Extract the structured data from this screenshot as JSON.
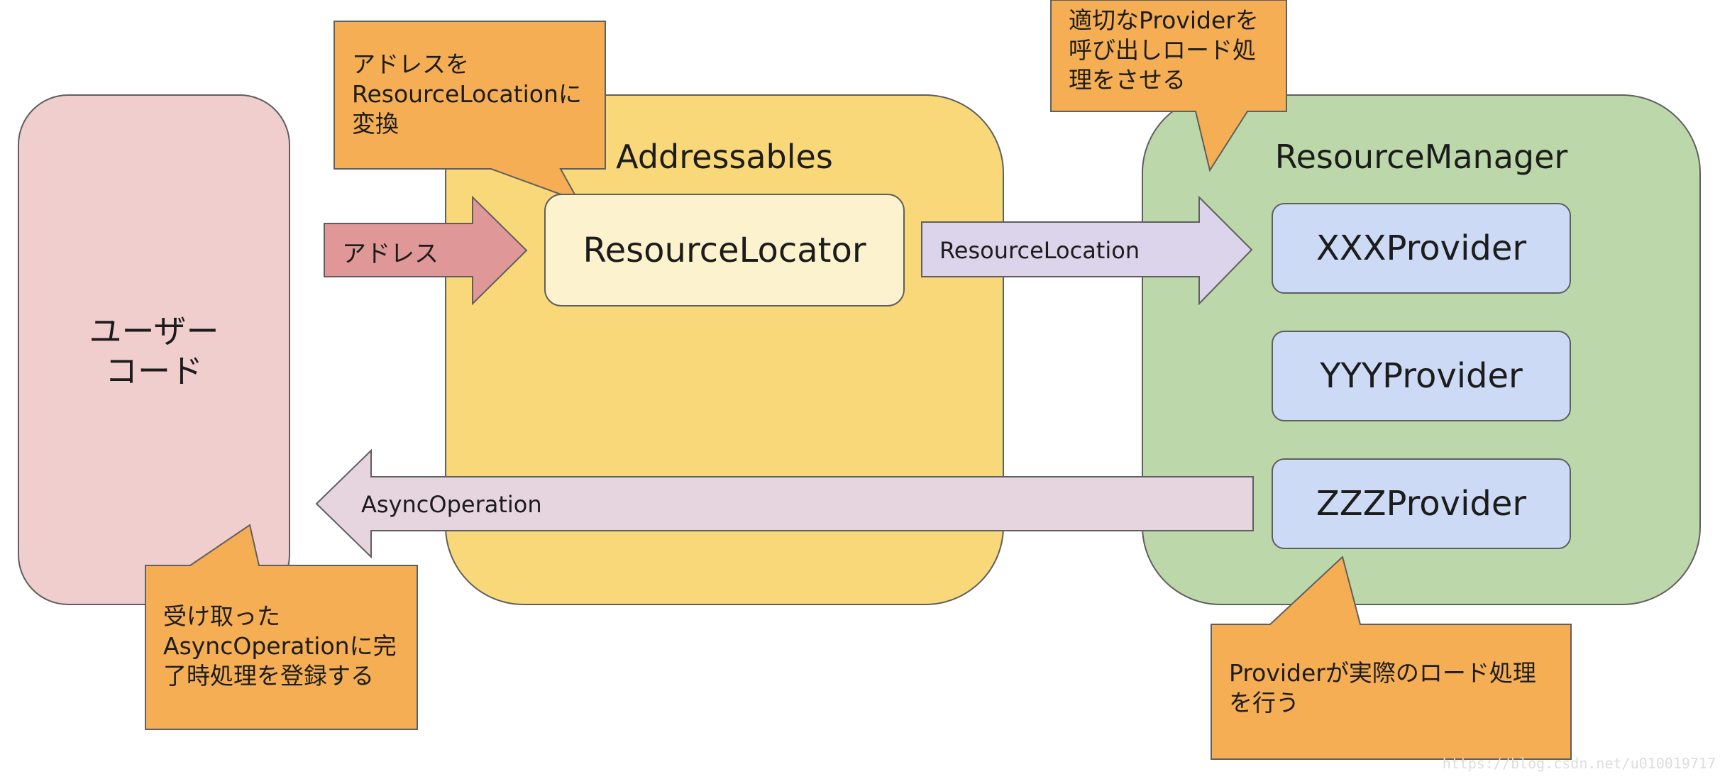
{
  "colors": {
    "user_code_fill": "#f0cecd",
    "addressables_fill": "#f9d87a",
    "resource_manager_fill": "#bcd8aa",
    "locator_fill": "#fdf2ce",
    "provider_fill": "#ccdaf5",
    "callout_fill": "#f5ae53",
    "address_arrow_fill": "#e09797",
    "location_arrow_fill": "#dbd4ea",
    "async_arrow_fill": "#e6d4df",
    "stroke": "#5f5f5f"
  },
  "containers": {
    "user_code": "ユーザー\nコード",
    "addressables": "Addressables",
    "resource_manager": "ResourceManager"
  },
  "nodes": {
    "resource_locator": "ResourceLocator",
    "providers": [
      "XXXProvider",
      "YYYProvider",
      "ZZZProvider"
    ]
  },
  "arrows": {
    "address": "アドレス",
    "resource_location": "ResourceLocation",
    "async_operation": "AsyncOperation"
  },
  "callouts": {
    "convert": "アドレスを\nResourceLocationに\n変換",
    "call_provider": "適切なProviderを\n呼び出しロード処\n理をさせる",
    "register": "受け取った\nAsyncOperationに完\n了時処理を登録する",
    "provider_load": "Providerが実際のロード処理\nを行う"
  },
  "watermark": "https://blog.csdn.net/u010019717"
}
